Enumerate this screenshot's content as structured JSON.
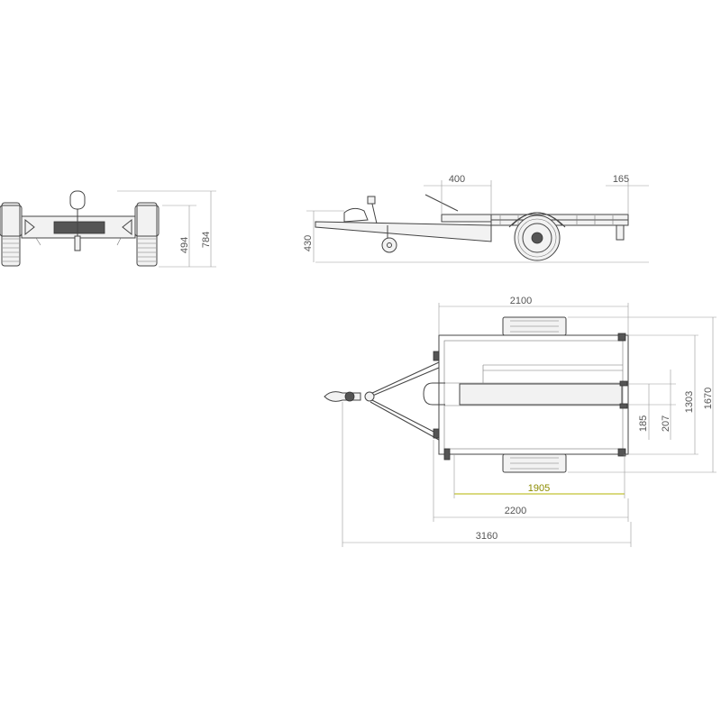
{
  "dimensions": {
    "front_wheel_height": "494",
    "front_total_height": "784",
    "side_drawbar_offset": "400",
    "side_rear_overhang": "165",
    "side_coupling_height": "430",
    "top_box_length": "2100",
    "top_total_width": "1670",
    "top_inner_width": "1303",
    "top_ramp_gap_1": "207",
    "top_ramp_gap_2": "185",
    "top_deck_length": "1905",
    "top_body_length": "2200",
    "top_total_length": "3160"
  },
  "colors": {
    "line": "#444444",
    "dimension": "#999999",
    "highlight": "#b3b300"
  }
}
